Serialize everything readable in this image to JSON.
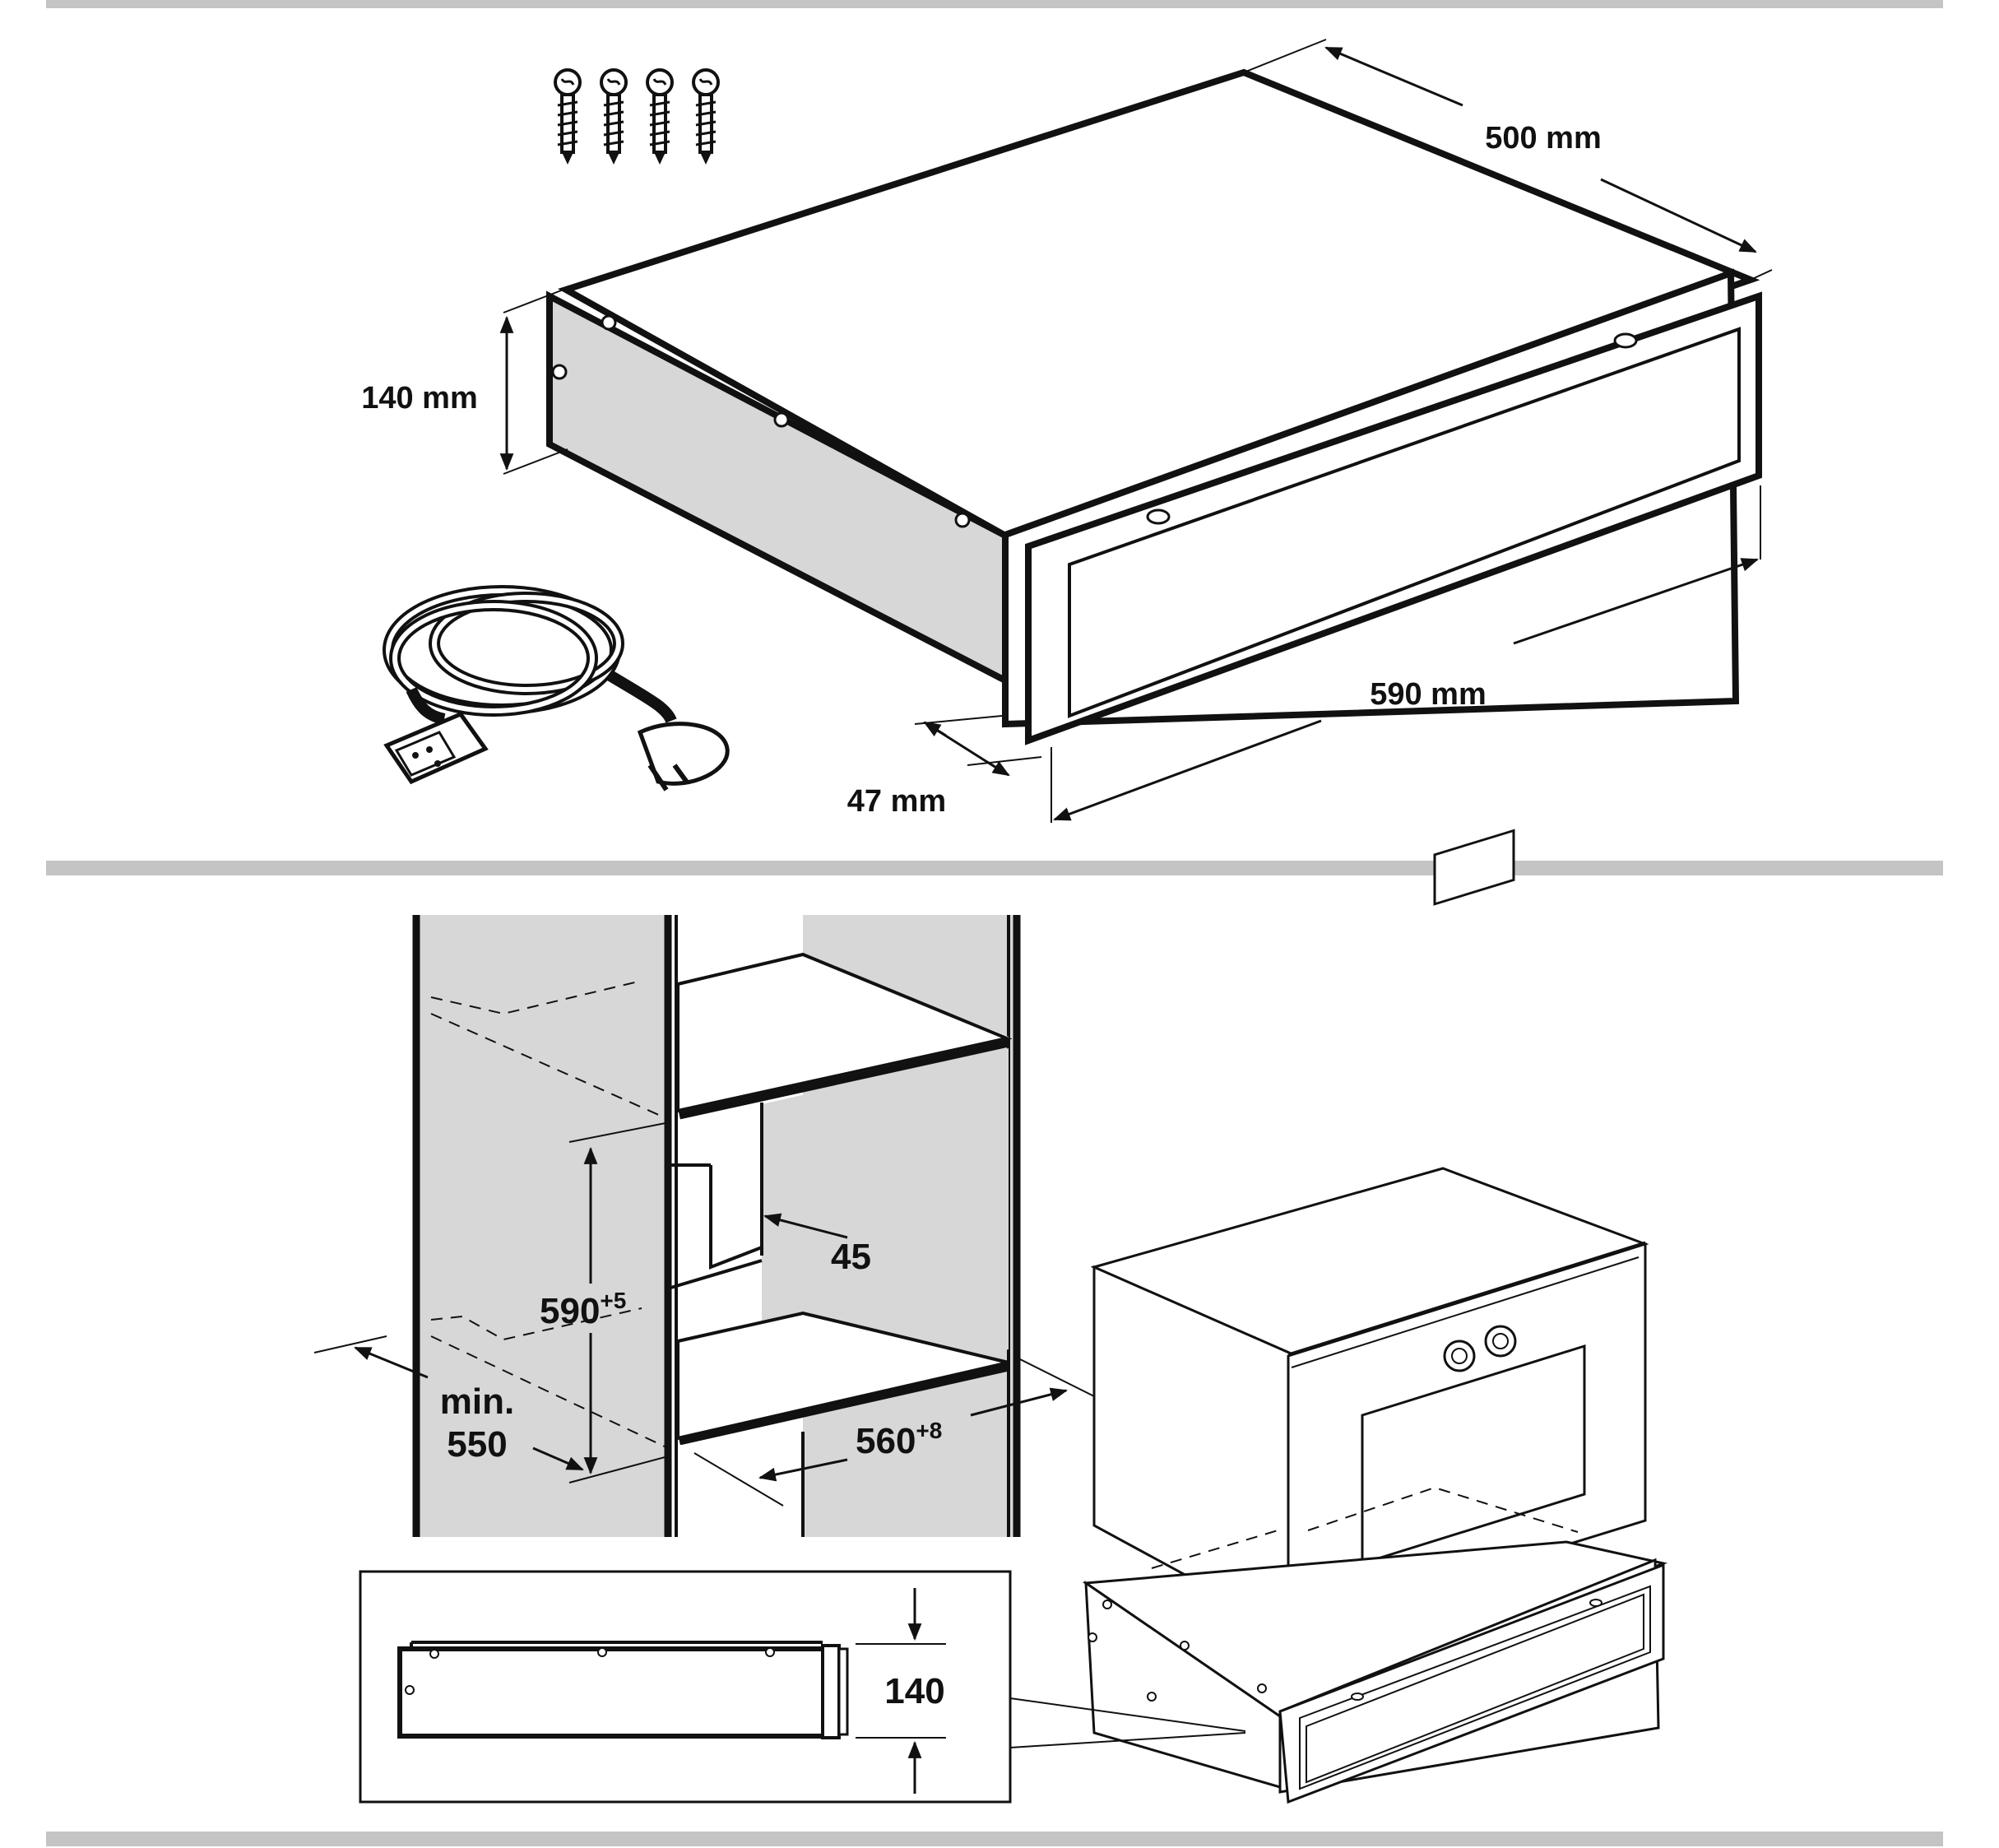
{
  "top_figure": {
    "dim_depth": "500 mm",
    "dim_height": "140 mm",
    "dim_width": "590 mm",
    "dim_front": "47 mm"
  },
  "bottom_figure": {
    "dim_niche_height_base": "590",
    "dim_niche_height_tol": "+5",
    "dim_offset": "45",
    "dim_min_line1": "min.",
    "dim_min_line2": "550",
    "dim_niche_width_base": "560",
    "dim_niche_width_tol": "+8",
    "inset_height": "140"
  },
  "colors": {
    "separator": "#c4c4c4",
    "panel_fill": "#d7d7d7",
    "line": "#111111"
  },
  "icons": [
    "screw-icon",
    "power-cord-icon",
    "arrow-icon",
    "drawer-icon",
    "oven-icon"
  ]
}
